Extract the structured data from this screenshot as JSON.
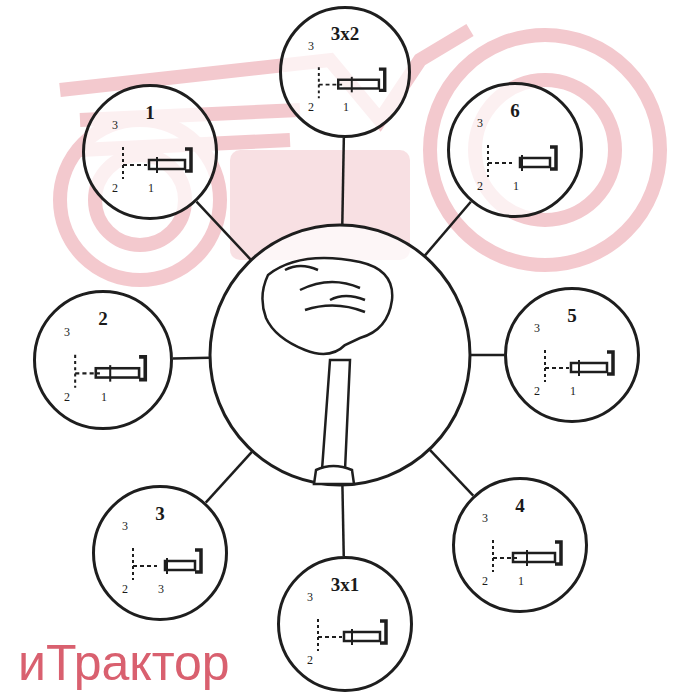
{
  "diagram": {
    "nodes": [
      {
        "text": [
          "3x2",
          "3",
          "2",
          "1"
        ]
      },
      {
        "text": [
          "1",
          "3",
          "2",
          "1"
        ]
      },
      {
        "text": [
          "6",
          "3",
          "2",
          "1"
        ]
      },
      {
        "text": [
          "2",
          "3",
          "2",
          "1"
        ]
      },
      {
        "text": [
          "5",
          "3",
          "2",
          "1"
        ]
      },
      {
        "text": [
          "3",
          "3",
          "2",
          "3"
        ]
      },
      {
        "text": [
          "4",
          "3",
          "2",
          "1"
        ]
      },
      {
        "text": [
          "3x1",
          "3",
          "2"
        ]
      }
    ],
    "labels": [
      "иТрактор"
    ]
  }
}
